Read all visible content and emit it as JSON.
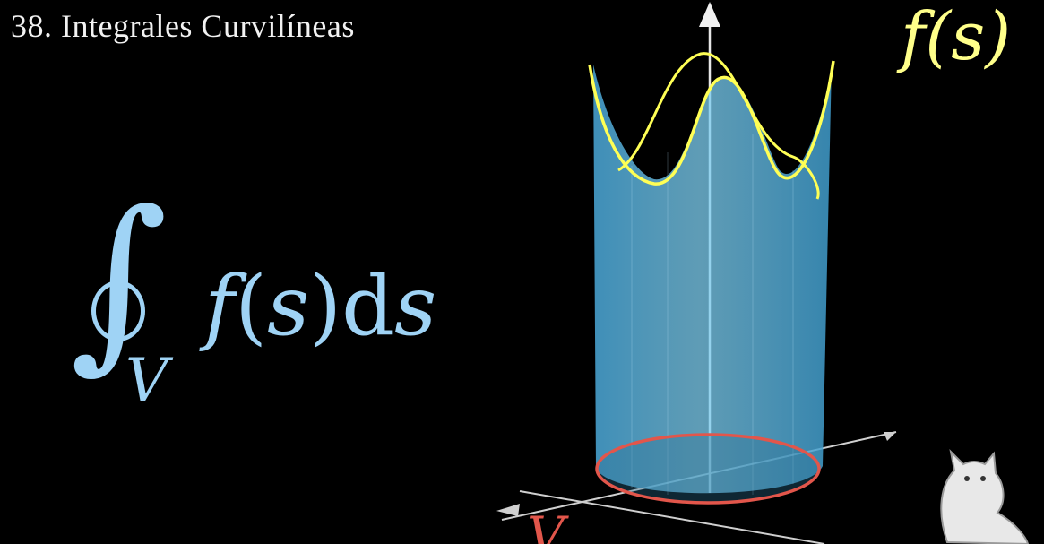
{
  "title": "38. Integrales Curvilíneas",
  "top_label": "f(s)",
  "formula": {
    "integral_symbol": "∫",
    "subscript": "V",
    "f": "f",
    "open_paren": "(",
    "s": "s",
    "close_paren": ")",
    "d": "d",
    "s2": "s"
  },
  "curve_label": "V",
  "colors": {
    "formula": "#9fd3f5",
    "surface": "#5bc0eb",
    "edge": "#ffff55",
    "curve": "#e2564b",
    "axes": "#cfcfcf"
  },
  "icons": {
    "mascot": "pi-creature-cat-icon"
  }
}
